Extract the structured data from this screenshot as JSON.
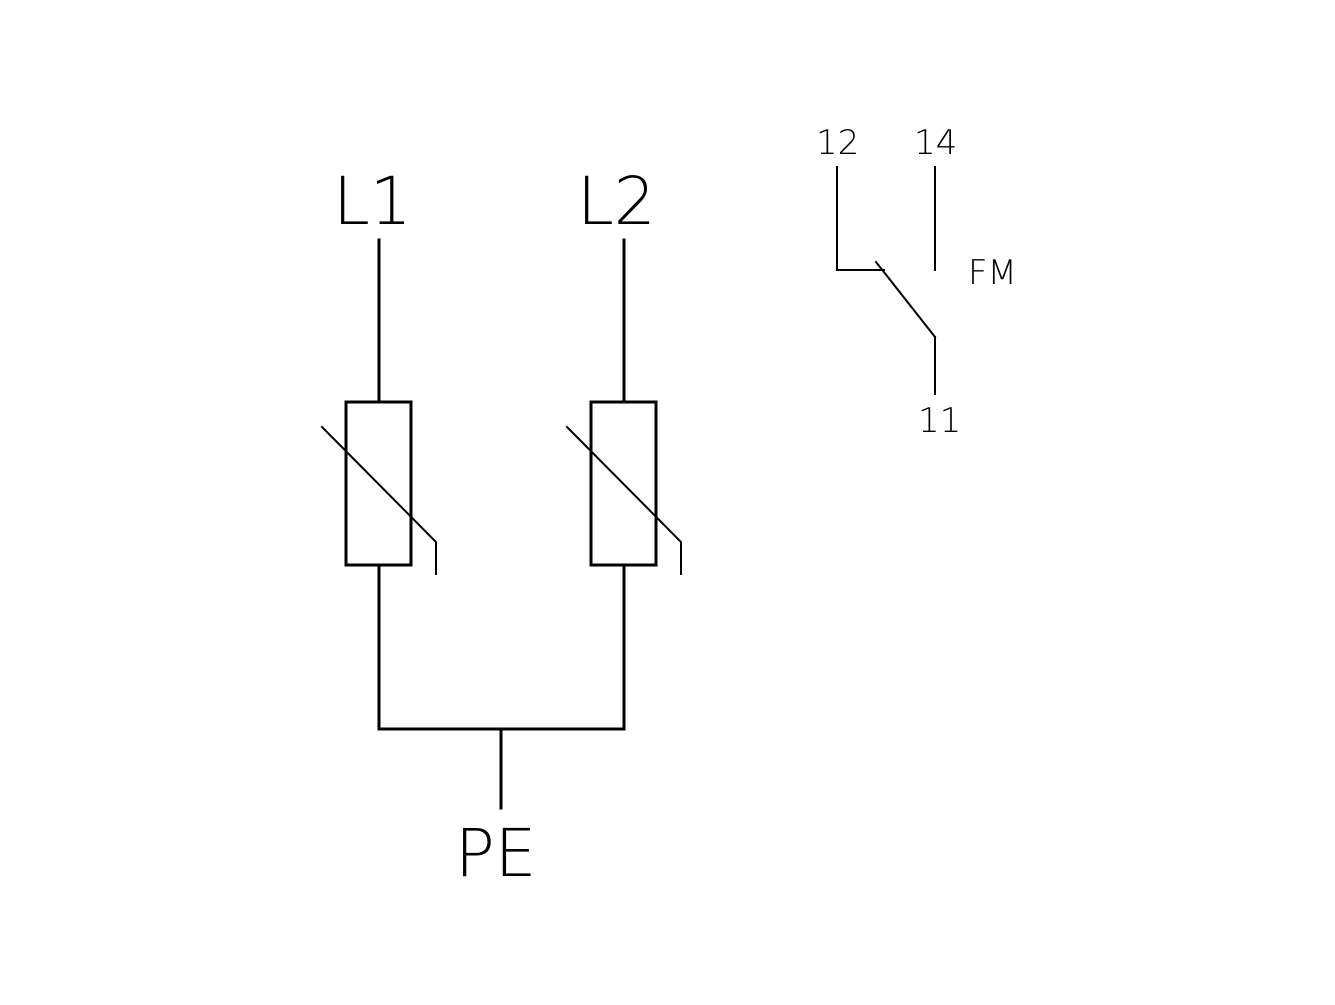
{
  "labels": {
    "l1": "L1",
    "l2": "L2",
    "pe": "PE",
    "contact_12": "12",
    "contact_14": "14",
    "contact_11": "11",
    "fm": "FM"
  },
  "colors": {
    "line": "#000000",
    "background": "#ffffff"
  }
}
